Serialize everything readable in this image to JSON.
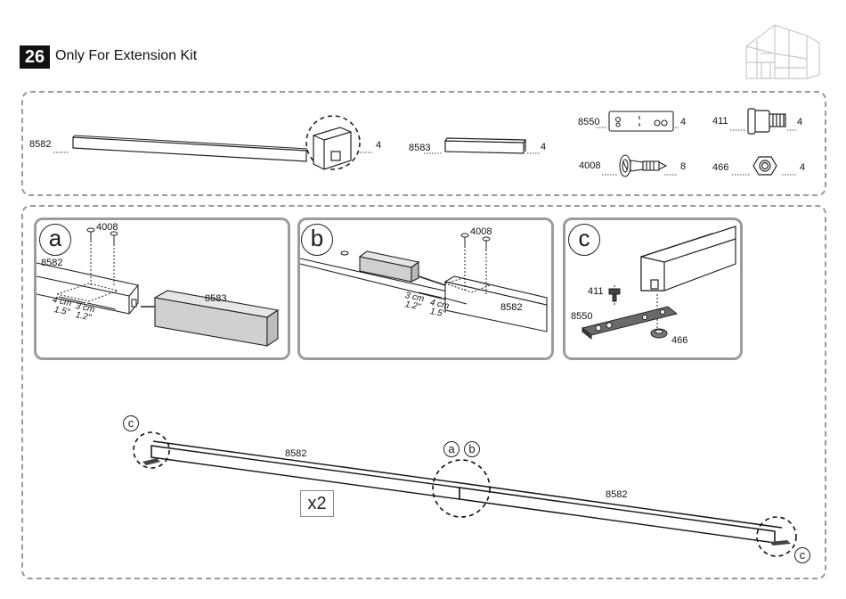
{
  "step": {
    "number": "26",
    "title": "Only For Extension Kit"
  },
  "parts": [
    {
      "code": "8582",
      "qty": "4",
      "icon": "long-bar-icon"
    },
    {
      "code": "8583",
      "qty": "4",
      "icon": "short-bar-icon"
    },
    {
      "code": "8550",
      "qty": "4",
      "icon": "plate-icon"
    },
    {
      "code": "411",
      "qty": "4",
      "icon": "bolt-icon"
    },
    {
      "code": "4008",
      "qty": "8",
      "icon": "screw-icon"
    },
    {
      "code": "466",
      "qty": "4",
      "icon": "nut-icon"
    }
  ],
  "panels": {
    "a": {
      "letter": "a",
      "screw": "4008",
      "bar": "8582",
      "connector": "8583",
      "dim1_cm": "4 cm",
      "dim1_in": "1.5\"",
      "dim2_cm": "3 cm",
      "dim2_in": "1.2\""
    },
    "b": {
      "letter": "b",
      "screw": "4008",
      "bar": "8582",
      "dim1_cm": "3 cm",
      "dim1_in": "1.2\"",
      "dim2_cm": "4 cm",
      "dim2_in": "1.5\""
    },
    "c": {
      "letter": "c",
      "bolt": "411",
      "plate": "8550",
      "nut": "466"
    }
  },
  "assembly": {
    "left_bar": "8582",
    "right_bar": "8582",
    "multiplier": "x2",
    "callout_a": "a",
    "callout_b": "b",
    "callout_c_left": "c",
    "callout_c_right": "c"
  }
}
